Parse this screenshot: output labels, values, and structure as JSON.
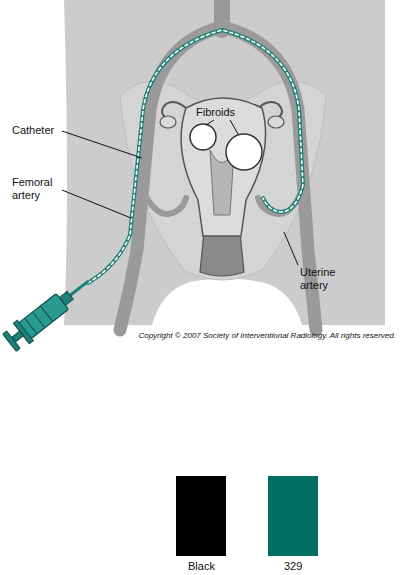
{
  "diagram": {
    "labels": [
      "Catheter",
      "Femoral artery",
      "Fibroids",
      "Uterine artery",
      "Copyright © 2007 Society of Interventional Radiology.  All rights reserved."
    ],
    "legend": [
      {
        "text": "Black",
        "color": "#000000"
      },
      {
        "text": "329",
        "color": "#006f63"
      }
    ]
  }
}
